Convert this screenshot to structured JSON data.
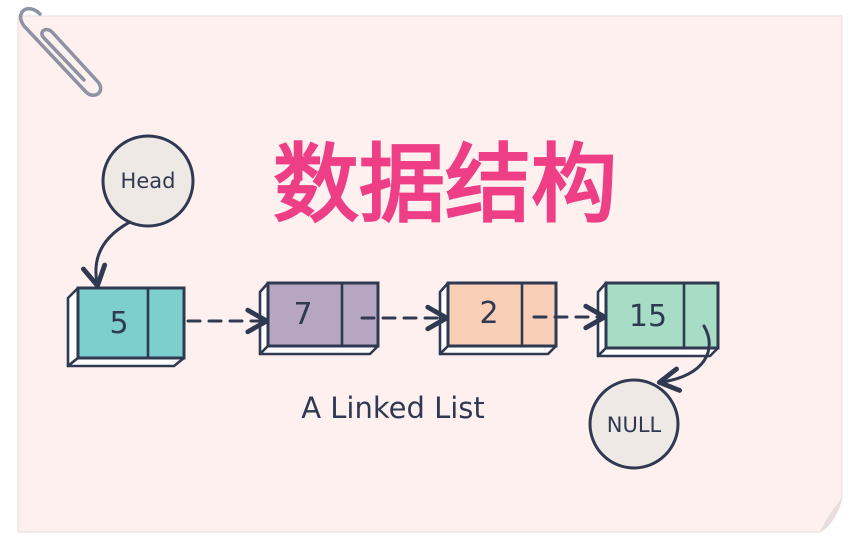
{
  "title": "数据结构",
  "caption": "A Linked List",
  "head_label": "Head",
  "null_label": "NULL",
  "nodes": [
    {
      "value": "5",
      "color": "#7ccfcc"
    },
    {
      "value": "7",
      "color": "#b6a6c2"
    },
    {
      "value": "2",
      "color": "#f9cfb8"
    },
    {
      "value": "15",
      "color": "#a7ddc4"
    }
  ],
  "colors": {
    "title": "#ee3f86",
    "ink": "#2f3a52",
    "paper": "#fdf0ef",
    "circle_fill": "#efe9e6"
  }
}
